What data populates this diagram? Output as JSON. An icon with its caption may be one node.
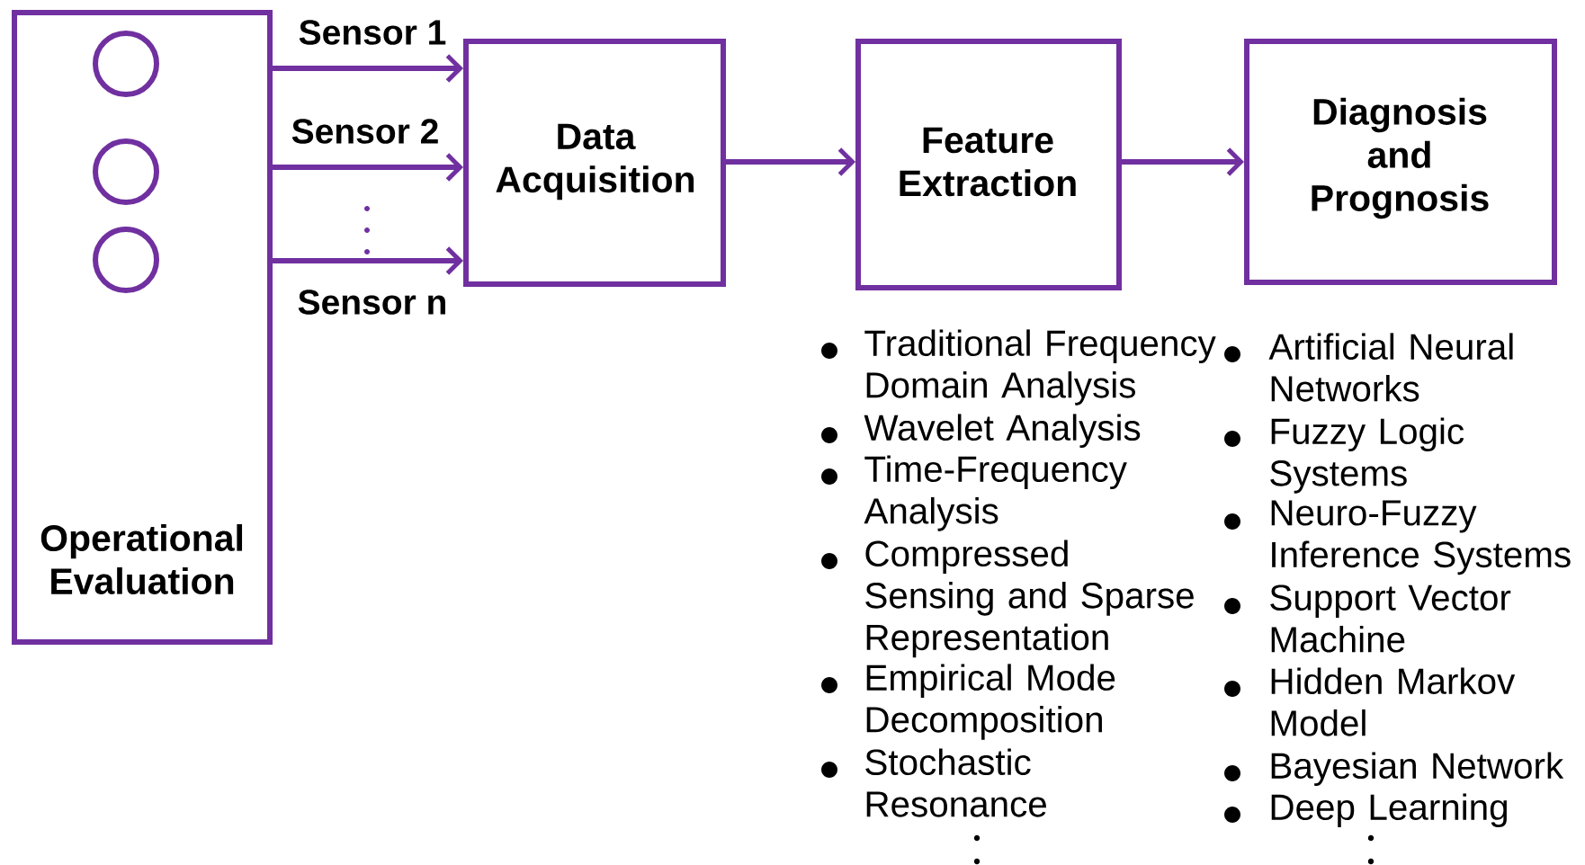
{
  "diagram": {
    "nodes": [
      {
        "text": [
          "Operational Evaluation"
        ]
      },
      {
        "text": [],
        "shape": "circle",
        "in": 0
      },
      {
        "text": [],
        "shape": "circle",
        "in": 0
      },
      {
        "text": [],
        "shape": "circle",
        "in": 0
      },
      {
        "text": [
          "Data Acquisition"
        ]
      },
      {
        "text": [
          "Feature Extraction"
        ]
      },
      {
        "text": [
          "Diagnosis and Prognosis"
        ]
      }
    ],
    "edges": [
      {
        "from": 0,
        "to": 4,
        "arrow": "to",
        "label": "Sensor 1"
      },
      {
        "from": 0,
        "to": 4,
        "arrow": "to",
        "label": "Sensor 2"
      },
      {
        "from": 0,
        "to": 4,
        "arrow": "to",
        "label": "Sensor n"
      },
      {
        "from": 4,
        "to": 5,
        "arrow": "to"
      },
      {
        "from": 5,
        "to": 6,
        "arrow": "to"
      }
    ],
    "labels": [
      "Traditional Frequency Domain Analysis",
      "Wavelet Analysis",
      "Time-Frequency Analysis",
      "Compressed Sensing and Sparse Representation",
      "Empirical Mode Decomposition",
      "Stochastic Resonance",
      "Artificial Neural Networks",
      "Fuzzy Logic Systems",
      "Neuro-Fuzzy Inference Systems",
      "Support Vector Machine",
      "Hidden Markov Model",
      "Bayesian Network",
      "Deep Learning"
    ]
  }
}
